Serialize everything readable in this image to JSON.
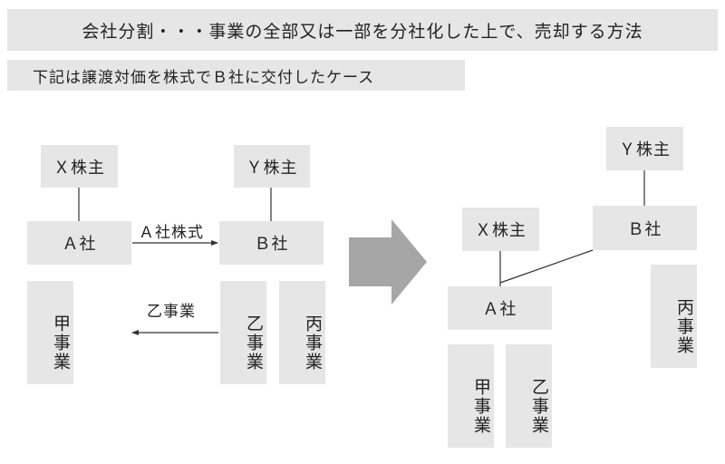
{
  "header": {
    "title": "会社分割・・・事業の全部又は一部を分社化した上で、売却する方法",
    "subtitle": "下記は譲渡対価を株式でＢ社に交付したケース"
  },
  "before": {
    "x_shareholder": "Ｘ株主",
    "y_shareholder": "Ｙ株主",
    "company_a": "Ａ社",
    "company_b": "Ｂ社",
    "share_transfer_label": "Ａ社株式",
    "business_transfer_label": "乙事業",
    "business_ko": "甲事業",
    "business_otsu": "乙事業",
    "business_hei": "丙事業"
  },
  "after": {
    "x_shareholder": "Ｘ株主",
    "y_shareholder": "Ｙ株主",
    "company_a": "Ａ社",
    "company_b": "Ｂ社",
    "business_hei": "丙事業",
    "business_ko": "甲事業",
    "business_otsu": "乙事業"
  },
  "colors": {
    "box_fill": "#e6e6e6",
    "arrow_fill": "#a6a6a6",
    "line": "#333333"
  }
}
